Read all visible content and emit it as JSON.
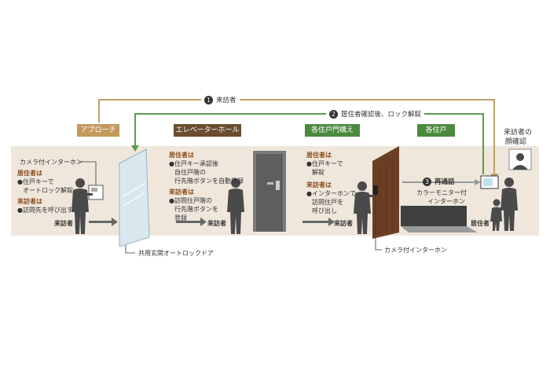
{
  "flows": {
    "step1": {
      "num": "1",
      "text": "来訪者"
    },
    "step2": {
      "num": "2",
      "text": "居住者確認後、ロック解錠"
    },
    "step3": {
      "num": "3",
      "text": "再通話"
    }
  },
  "zones": {
    "approach": "アプローチ",
    "elevator_hall": "エレベーターホール",
    "unit_gate": "各住戸門構え",
    "unit": "各住戸"
  },
  "approach": {
    "camera_intercom": "カメラ付インターホン",
    "resident_title": "居住者は",
    "resident_line1": "●住戸キーで",
    "resident_line2": "オートロック解錠",
    "visitor_title": "来訪者は",
    "visitor_line1": "●訪問先を呼び出す",
    "visitor_tag": "来訪者"
  },
  "door_caption": "共用玄関オートロックドア",
  "elevator": {
    "resident_title": "居住者は",
    "resident_line1": "●住戸キー承認後",
    "resident_line2": "自住戸階の",
    "resident_line3": "行先階ボタンを自動登録",
    "visitor_title": "来訪者は",
    "visitor_line1": "●訪問住戸階の",
    "visitor_line2": "行先階ボタンを",
    "visitor_line3": "登録",
    "visitor_tag": "来訪者"
  },
  "unit_gate": {
    "resident_title": "居住者は",
    "resident_line1": "●住戸キーで",
    "resident_line2": "解錠",
    "visitor_title": "来訪者は",
    "visitor_line1": "●インターホンで",
    "visitor_line2": "訪問住戸を",
    "visitor_line3": "呼び出し",
    "visitor_tag": "来訪者",
    "camera_caption": "カメラ付インターホン"
  },
  "unit": {
    "monitor_line1": "カラーモニター付",
    "monitor_line2": "インターホン",
    "face_line1": "来訪者の",
    "face_line2": "顔確認",
    "resident_tag": "居住者"
  },
  "colors": {
    "flow1": "#c2a068",
    "flow2": "#5a9e4c",
    "approach": "#c39a5c",
    "elevator_hall": "#6b4c2f",
    "unit_gate": "#4a8a3f",
    "unit": "#4a8a3f",
    "wall": "#efe7dc",
    "figure": "#4a4a4a",
    "accent_text": "#8a4a1c"
  }
}
